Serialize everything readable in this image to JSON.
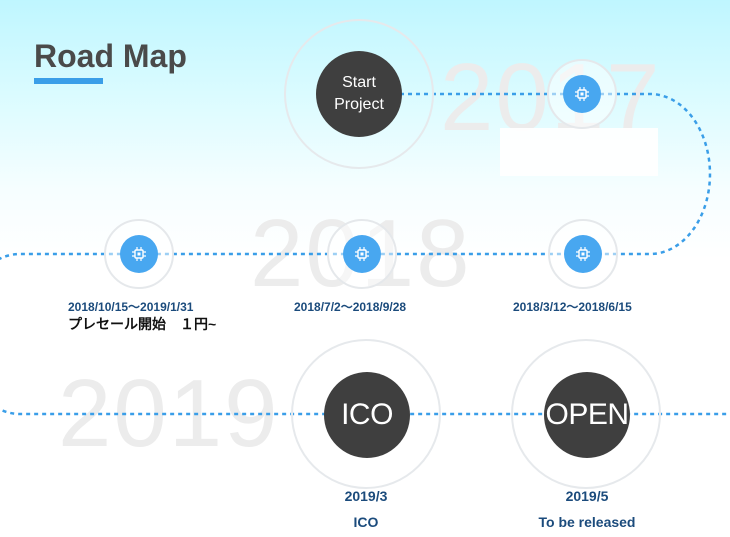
{
  "page": {
    "title": "Road Map"
  },
  "years": {
    "y2017": "2017",
    "y2018": "2018",
    "y2019": "2019"
  },
  "start": {
    "line1": "Start",
    "line2": "Project"
  },
  "milestones": [
    {
      "date": "2018/3/12～2018/6/15"
    },
    {
      "date": "2018/7/2～2018/9/28"
    },
    {
      "date": "2018/10/15～2019/1/31",
      "note": "プレセール開始　１円~"
    }
  ],
  "ico": {
    "disc_label": "ICO",
    "date": "2019/3",
    "caption": "ICO"
  },
  "open": {
    "disc_label": "OPEN",
    "date": "2019/5",
    "caption": "To be released"
  },
  "icons": {
    "milestone": "chip-icon",
    "path": "dotted-timeline"
  },
  "colors": {
    "accent": "#3a9ee8",
    "node": "#48a7f0",
    "disc": "#3f3f3f",
    "date_text": "#1b4b7c",
    "title_text": "#4a4a4a"
  }
}
